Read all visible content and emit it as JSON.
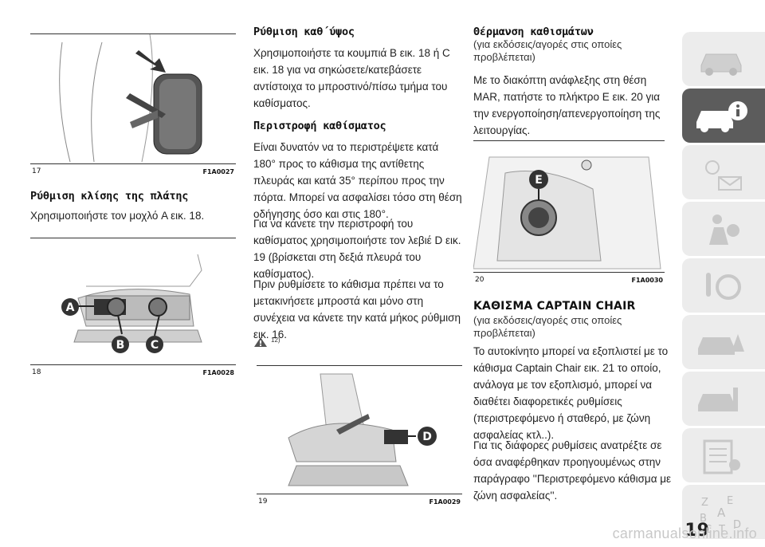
{
  "page": {
    "number": "19",
    "watermark": "carmanualsonline.info"
  },
  "col1": {
    "fig17": {
      "num": "17",
      "code": "F1A0027"
    },
    "heading": "Ρύθμιση κλίσης της πλάτης",
    "text": "Χρησιμοποιήστε τον μοχλό A εικ. 18.",
    "fig18": {
      "num": "18",
      "code": "F1A0028",
      "labels": [
        "A",
        "B",
        "C"
      ]
    }
  },
  "col2": {
    "heading1": "Ρύθμιση καθ΄ύψος",
    "text1": "Χρησιμοποιήστε τα κουμπιά B εικ. 18 ή C εικ. 18 για να σηκώσετε/κατεβάσετε αντίστοιχα το μπροστινό/πίσω τμήμα του καθίσματος.",
    "heading2": "Περιστροφή καθίσματος",
    "text2": "Είναι δυνατόν να το περιστρέψετε κατά 180° προς το κάθισμα της αντίθετης πλευράς και κατά 35° περίπου προς την πόρτα. Μπορεί να ασφαλίσει τόσο στη θέση οδήγησης όσο και στις 180°.",
    "text3": "Για να κάνετε την περιστροφή του καθίσματος χρησιμοποιήστε τον λεβιέ D εικ. 19 (βρίσκεται στη δεξιά πλευρά του καθίσματος).",
    "text4": "Πριν ρυθμίσετε το κάθισμα πρέπει να το μετακινήσετε μπροστά και μόνο στη συνέχεια να κάνετε την κατά μήκος ρύθμιση εικ. 16.",
    "warning_ref": "12)",
    "fig19": {
      "num": "19",
      "code": "F1A0029",
      "label": "D"
    }
  },
  "col3": {
    "heading1": "Θέρμανση καθισμάτων",
    "sub1": "(για εκδόσεις/αγορές στις οποίες προβλέπεται)",
    "text1": "Με το διακόπτη ανάφλεξης στη θέση MAR, πατήστε το πλήκτρο E εικ. 20 για την ενεργοποίηση/απενεργοποίηση της λειτουργίας.",
    "fig20": {
      "num": "20",
      "code": "F1A0030",
      "label": "E"
    },
    "heading2": "ΚΑΘΙΣΜΑ CAPTAIN CHAIR",
    "sub2": "(για εκδόσεις/αγορές στις οποίες προβλέπεται)",
    "text2": "Το αυτοκίνητο μπορεί να εξοπλιστεί με το κάθισμα Captain Chair εικ. 21 το οποίο, ανάλογα με τον εξοπλισμό, μπορεί να διαθέτει διαφορετικές ρυθμίσεις (περιστρεφόμενο ή σταθερό, με ζώνη ασφαλείας κτλ..).",
    "text3": "Για τις διάφορες ρυθμίσεις ανατρέξτε σε όσα αναφέρθηκαν προηγουμένως στην παράγραφο ''Περιστρεφόμενο κάθισμα με ζώνη ασφαλείας''."
  },
  "sidebar": {
    "tabs": [
      {
        "icon": "car-dashboard-icon",
        "active": false
      },
      {
        "icon": "car-info-icon",
        "active": true
      },
      {
        "icon": "warning-lights-icon",
        "active": false
      },
      {
        "icon": "airbag-safety-icon",
        "active": false
      },
      {
        "icon": "steering-wheel-icon",
        "active": false
      },
      {
        "icon": "car-emergency-icon",
        "active": false
      },
      {
        "icon": "maintenance-icon",
        "active": false
      },
      {
        "icon": "technical-data-icon",
        "active": false
      },
      {
        "icon": "alphabet-index-icon",
        "active": false
      }
    ],
    "index_letters": [
      "Z",
      "E",
      "A",
      "B",
      "C",
      "D",
      "T"
    ]
  }
}
